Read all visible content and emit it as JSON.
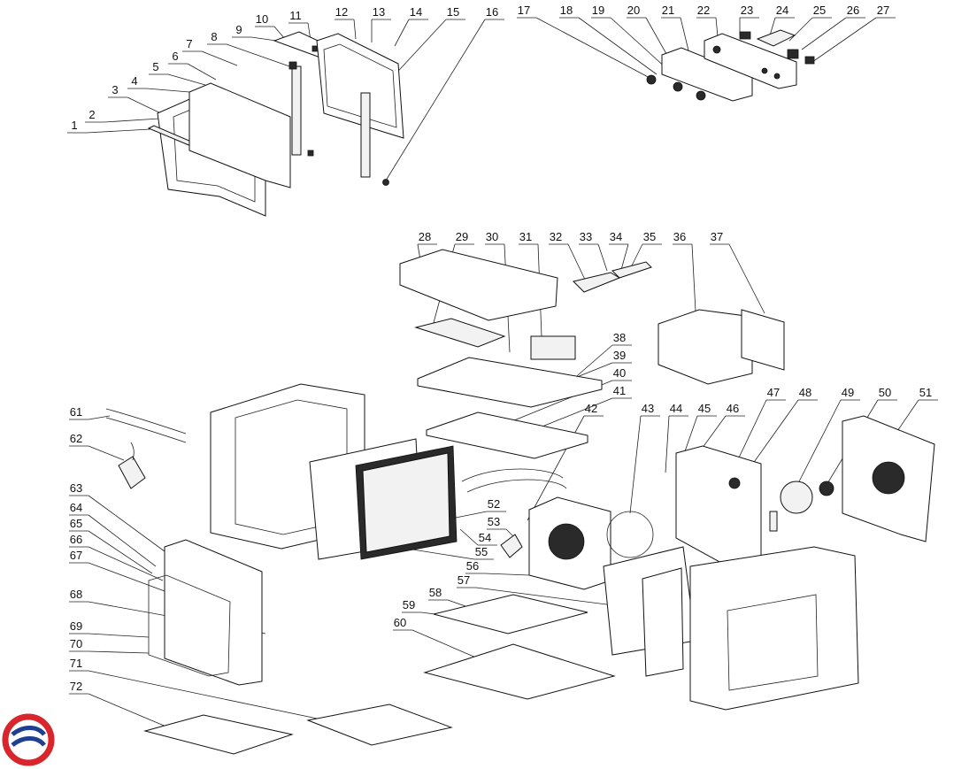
{
  "diagram": {
    "labels": [
      "1",
      "2",
      "3",
      "4",
      "5",
      "6",
      "7",
      "8",
      "9",
      "10",
      "11",
      "12",
      "13",
      "14",
      "15",
      "16",
      "17",
      "18",
      "19",
      "20",
      "21",
      "22",
      "23",
      "24",
      "25",
      "26",
      "27",
      "28",
      "29",
      "30",
      "31",
      "32",
      "33",
      "34",
      "35",
      "36",
      "37",
      "38",
      "39",
      "40",
      "41",
      "42",
      "43",
      "44",
      "45",
      "46",
      "47",
      "48",
      "49",
      "50",
      "51",
      "52",
      "53",
      "54",
      "55",
      "56",
      "57",
      "58",
      "59",
      "60",
      "61",
      "62",
      "63",
      "64",
      "65",
      "66",
      "67",
      "68",
      "69",
      "70",
      "71",
      "72"
    ]
  },
  "logo": {
    "icon": "brand-logo-icon",
    "colors": {
      "red": "#d9262c",
      "blue": "#1f3f93"
    }
  }
}
